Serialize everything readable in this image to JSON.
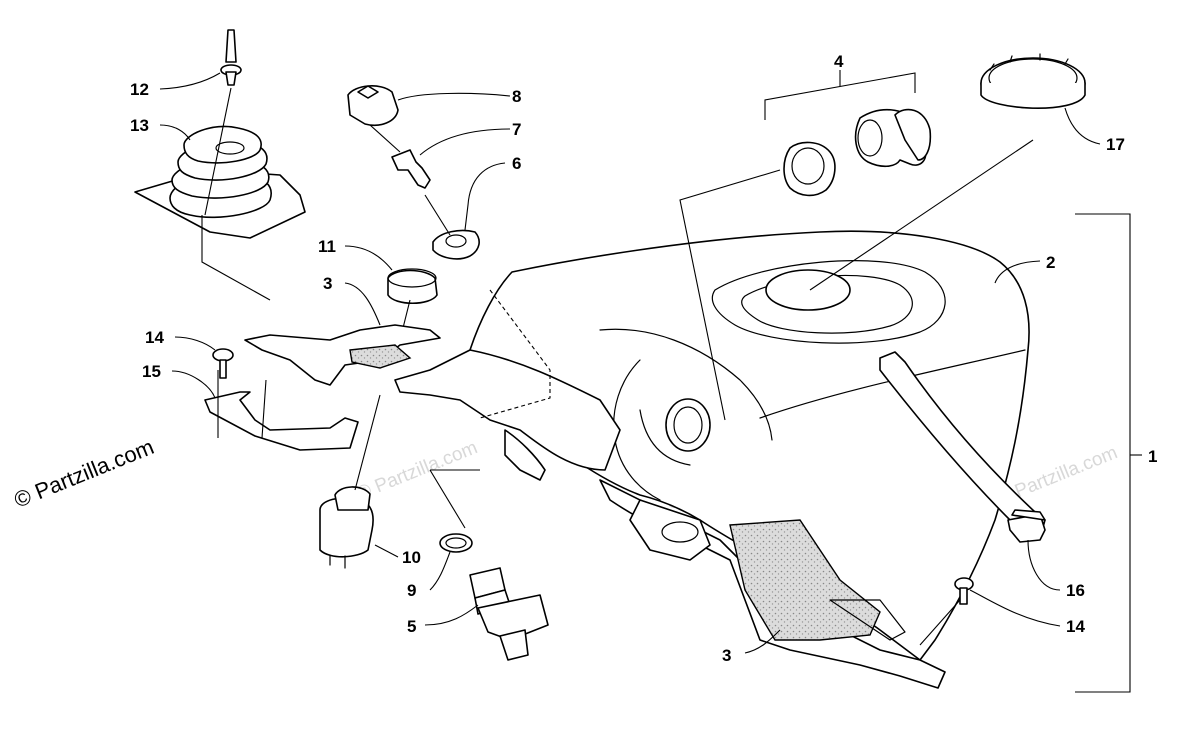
{
  "copyright": "© Partzilla.com",
  "watermark": "© Partzilla.com",
  "callouts": {
    "c1": "1",
    "c2": "2",
    "c3a": "3",
    "c3b": "3",
    "c4": "4",
    "c5": "5",
    "c6": "6",
    "c7": "7",
    "c8": "8",
    "c9": "9",
    "c10": "10",
    "c11": "11",
    "c12": "12",
    "c13": "13",
    "c14a": "14",
    "c14b": "14",
    "c15": "15",
    "c16": "16",
    "c17": "17"
  }
}
